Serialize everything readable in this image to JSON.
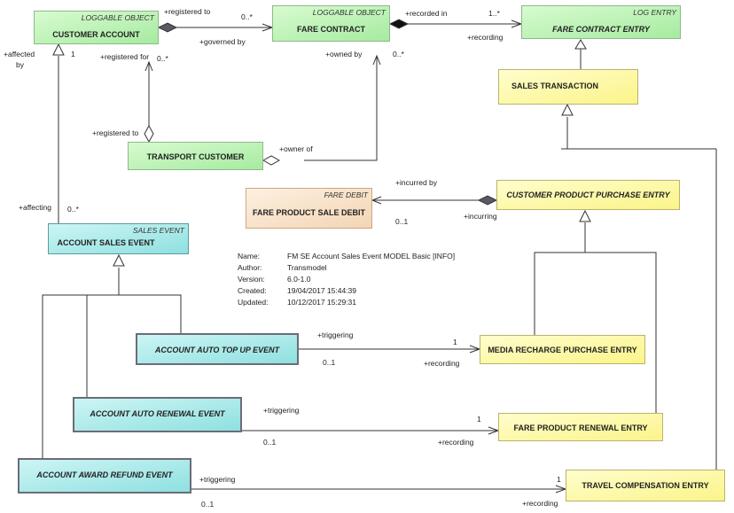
{
  "classes": {
    "customer_account": {
      "stereotype": "LOGGABLE OBJECT",
      "name": "CUSTOMER ACCOUNT"
    },
    "fare_contract": {
      "stereotype": "LOGGABLE OBJECT",
      "name": "FARE CONTRACT"
    },
    "fare_contract_entry": {
      "stereotype": "LOG ENTRY",
      "name": "FARE CONTRACT ENTRY"
    },
    "sales_transaction": {
      "name": "SALES TRANSACTION"
    },
    "transport_customer": {
      "name": "TRANSPORT CUSTOMER"
    },
    "fare_product_sale_debit": {
      "stereotype": "FARE DEBIT",
      "name": "FARE PRODUCT SALE DEBIT"
    },
    "customer_product_purchase_entry": {
      "name": "CUSTOMER PRODUCT PURCHASE ENTRY"
    },
    "account_sales_event": {
      "stereotype": "SALES EVENT",
      "name": "ACCOUNT SALES EVENT"
    },
    "account_auto_top_up_event": {
      "name": "ACCOUNT AUTO TOP UP EVENT"
    },
    "media_recharge_purchase_entry": {
      "name": "MEDIA RECHARGE PURCHASE ENTRY"
    },
    "account_auto_renewal_event": {
      "name": "ACCOUNT AUTO RENEWAL EVENT"
    },
    "fare_product_renewal_entry": {
      "name": "FARE PRODUCT RENEWAL ENTRY"
    },
    "account_award_refund_event": {
      "name": "ACCOUNT AWARD REFUND EVENT"
    },
    "travel_compensation_entry": {
      "name": "TRAVEL COMPENSATION ENTRY"
    }
  },
  "labels": {
    "ca_fc_role": "+registered to",
    "ca_fc_mult": "0..*",
    "ca_fc_governed": "+governed by",
    "fc_fce_role": "+recorded in",
    "fc_fce_mult": "1..*",
    "fc_fce_recording": "+recording",
    "ca_affected": "+affected",
    "ca_affected_by": "by",
    "ca_affected_mult": "1",
    "ca_registered_for": "+registered for",
    "ca_registered_for_mult": "0..*",
    "fc_owned_by": "+owned by",
    "fc_owned_mult": "0..*",
    "tc_registered_to": "+registered to",
    "tc_owner_of": "+owner of",
    "debit_incurred_by": "+incurred by",
    "debit_mult": "0..1",
    "debit_incurring": "+incurring",
    "ase_affecting": "+affecting",
    "ase_affecting_mult": "0..*",
    "topup_triggering": "+triggering",
    "topup_mult_1": "1",
    "topup_mult_01": "0..1",
    "topup_recording": "+recording",
    "renewal_triggering": "+triggering",
    "renewal_mult_1": "1",
    "renewal_mult_01": "0..1",
    "renewal_recording": "+recording",
    "refund_triggering": "+triggering",
    "refund_mult_1": "1",
    "refund_mult_01": "0..1",
    "refund_recording": "+recording"
  },
  "meta": {
    "name_key": "Name:",
    "name": "FM SE Account Sales Event MODEL Basic [INFO]",
    "author_key": "Author:",
    "author": "Transmodel",
    "version_key": "Version:",
    "version": "6.0-1.0",
    "created_key": "Created:",
    "created": "19/04/2017 15:44:39",
    "updated_key": "Updated:",
    "updated": "10/12/2017 15:29:31"
  }
}
